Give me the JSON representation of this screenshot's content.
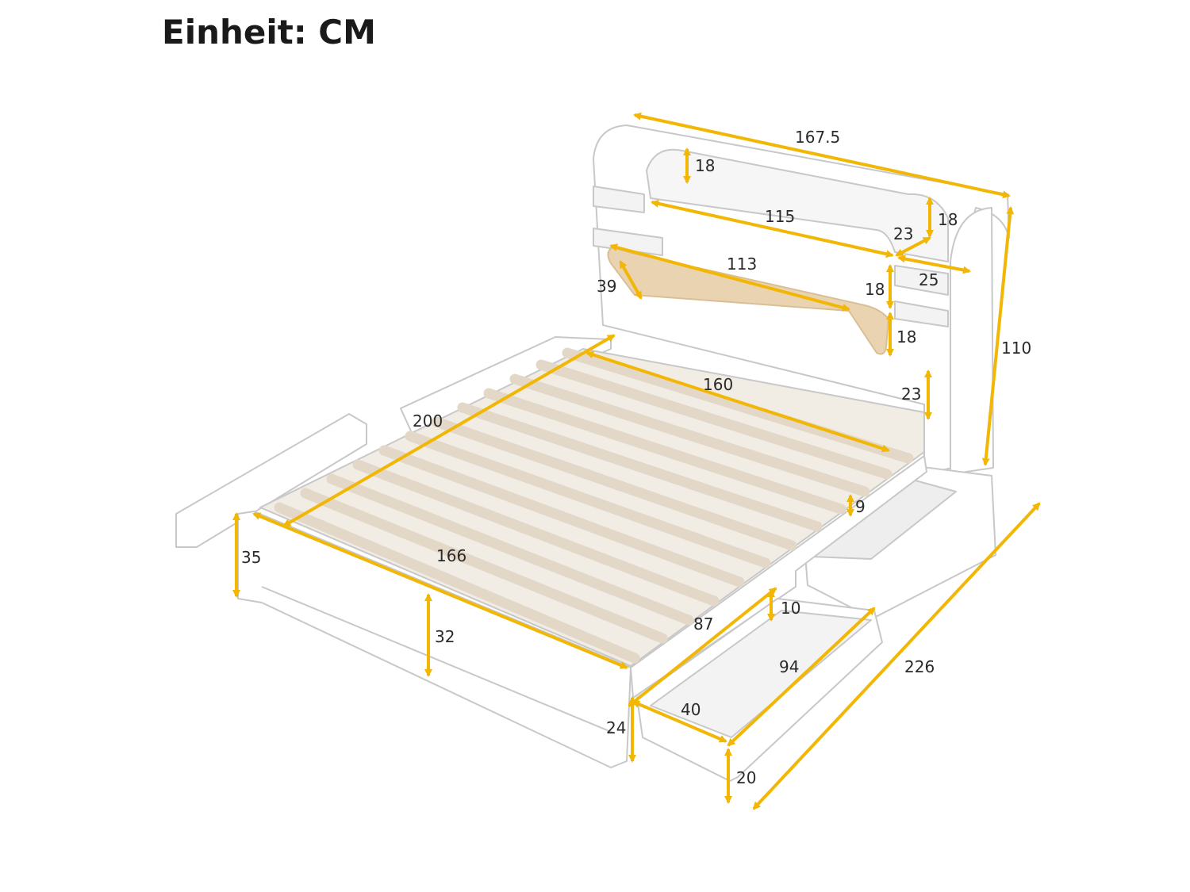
{
  "title": "Einheit: CM",
  "colors": {
    "arrow": "#f2b705",
    "outline": "#c8c8c8",
    "cushion": "#ead3b0",
    "slat": "#efe6da",
    "frame": "#ffffff"
  },
  "dimensions": {
    "headboard_width": "167.5",
    "top_shelf_height": "18",
    "shelf_width": "115",
    "side_shelf_height": "18",
    "side_shelf_depth": "23",
    "side_shelf_width": "25",
    "cushion_width": "113",
    "cushion_height": "39",
    "cubby_height_upper": "18",
    "cubby_height_lower": "18",
    "headboard_height": "110",
    "inner_width": "160",
    "rail_gap": "23",
    "inner_length": "200",
    "rail_height": "9",
    "side_length": "166",
    "side_height": "35",
    "footboard_height": "32",
    "drawer_length": "87",
    "drawer_clearance": "10",
    "drawer_depth": "94",
    "drawer_width": "40",
    "drawer_front_height": "24",
    "drawer_height": "20",
    "total_length": "226"
  }
}
